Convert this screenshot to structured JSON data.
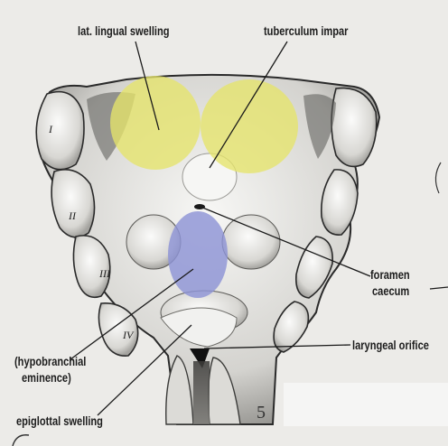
{
  "labels": {
    "lat_lingual": "lat. lingual swelling",
    "tuberculum": "tuberculum impar",
    "foramen_1": "foramen",
    "foramen_2": "caecum",
    "laryngeal": "laryngeal orifice",
    "hypo_1": "(hypobranchial",
    "hypo_2": "eminence)",
    "epiglottal": "epiglottal swelling"
  },
  "arches": [
    "I",
    "II",
    "III",
    "IV"
  ],
  "corner_numeral": "5",
  "colors": {
    "lingual_highlight": "#e6e46a",
    "hypobranchial_highlight": "#8d94d6"
  }
}
